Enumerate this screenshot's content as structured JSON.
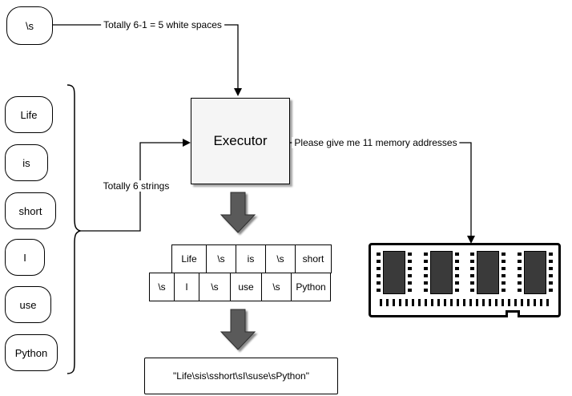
{
  "separator_node": {
    "label": "\\s"
  },
  "executor": {
    "label": "Executor"
  },
  "edge_labels": {
    "white_spaces": "Totally 6-1 = 5 white spaces",
    "six_strings": "Totally 6 strings",
    "memory_request": "Please give me 11 memory addresses"
  },
  "strings": {
    "items": [
      "Life",
      "is",
      "short",
      "I",
      "use",
      "Python"
    ]
  },
  "table": {
    "row1": [
      "Life",
      "\\s",
      "is",
      "\\s",
      "short"
    ],
    "row2": [
      "\\s",
      "I",
      "\\s",
      "use",
      "\\s",
      "Python"
    ]
  },
  "result": {
    "text": "\"Life\\sis\\sshort\\sI\\suse\\sPython\""
  },
  "icons": {
    "memory": "ram-module-icon",
    "flow": "block-down-arrow-icon"
  },
  "colors": {
    "stroke": "#000000",
    "executor_fill": "#f5f5f5",
    "block_arrow_fill": "#5a5a5a",
    "chip_fill": "#3a3a3a",
    "background": "#ffffff"
  }
}
